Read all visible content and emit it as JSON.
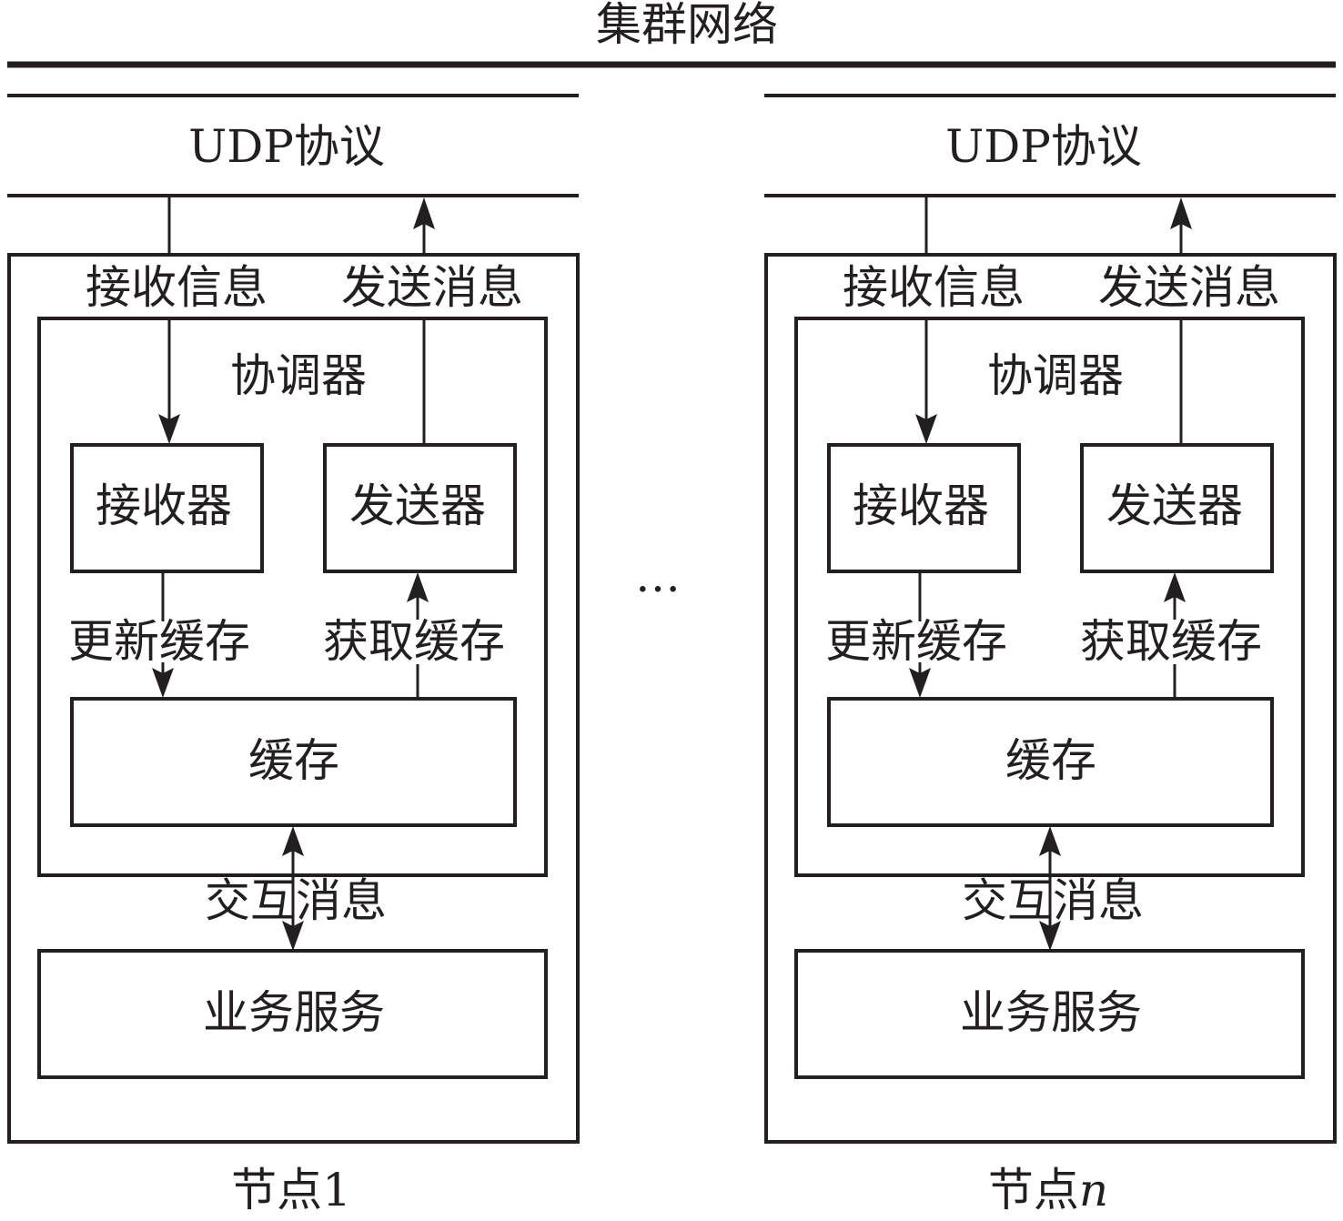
{
  "title": "集群网络",
  "ellipsis": "…",
  "colors": {
    "stroke": "#231f20",
    "background": "#ffffff"
  },
  "nodes": [
    {
      "protocol": "UDP协议",
      "receive_info": "接收信息",
      "send_message": "发送消息",
      "coordinator": "协调器",
      "receiver": "接收器",
      "sender": "发送器",
      "update_cache": "更新缓存",
      "get_cache": "获取缓存",
      "cache": "缓存",
      "interact_message": "交互消息",
      "business_service": "业务服务",
      "caption_prefix": "节点",
      "caption_suffix": "1"
    },
    {
      "protocol": "UDP协议",
      "receive_info": "接收信息",
      "send_message": "发送消息",
      "coordinator": "协调器",
      "receiver": "接收器",
      "sender": "发送器",
      "update_cache": "更新缓存",
      "get_cache": "获取缓存",
      "cache": "缓存",
      "interact_message": "交互消息",
      "business_service": "业务服务",
      "caption_prefix": "节点",
      "caption_suffix": "n"
    }
  ]
}
